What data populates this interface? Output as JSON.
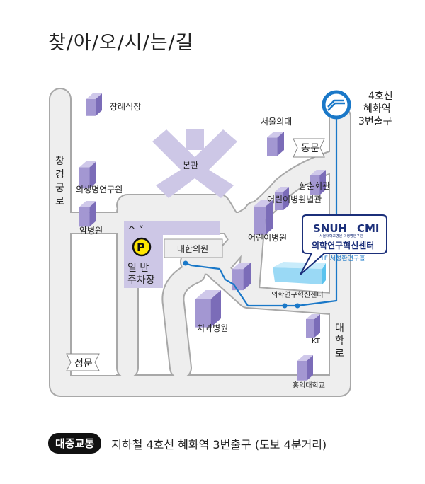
{
  "title": "찾/아/오/시/는/길",
  "subway": {
    "line": "4호선",
    "station": "혜화역",
    "exit": "3번출구"
  },
  "labels": {
    "funeral": "장례식장",
    "seoul_clinic": "서울의대",
    "east_gate": "동문",
    "main_hall": "본관",
    "changgyeong1": "창",
    "changgyeong2": "경",
    "changgyeong3": "궁",
    "changgyeong4": "로",
    "biomed": "의생명연구원",
    "cancer": "암병원",
    "hamchun": "함춘회관",
    "child_annex": "어린이병원별관",
    "child": "어린이병원",
    "daehan": "대한의원",
    "parking1": "일  반",
    "parking2": "주차장",
    "parking_sign": "P",
    "research_center": "의학연구혁신센터",
    "dental": "치과병원",
    "kt": "KT",
    "daehakro1": "대",
    "daehakro2": "학",
    "daehakro3": "로",
    "main_gate": "정문",
    "hongik": "홍익대학교"
  },
  "callout": {
    "logo_left": "SNUH",
    "logo_right": "CMI",
    "sub": "서울대학교병원 의생명연구원",
    "name": "의학연구혁신센터",
    "floor": "1F 서성환연구홀"
  },
  "transit": {
    "badge": "대중교통",
    "text": "지하철 4호선 혜화역 3번출구 (도보 4분거리)"
  },
  "colors": {
    "route": "#1a78c8",
    "building": "#8f82c4",
    "callout_border": "#1b2f7a"
  }
}
